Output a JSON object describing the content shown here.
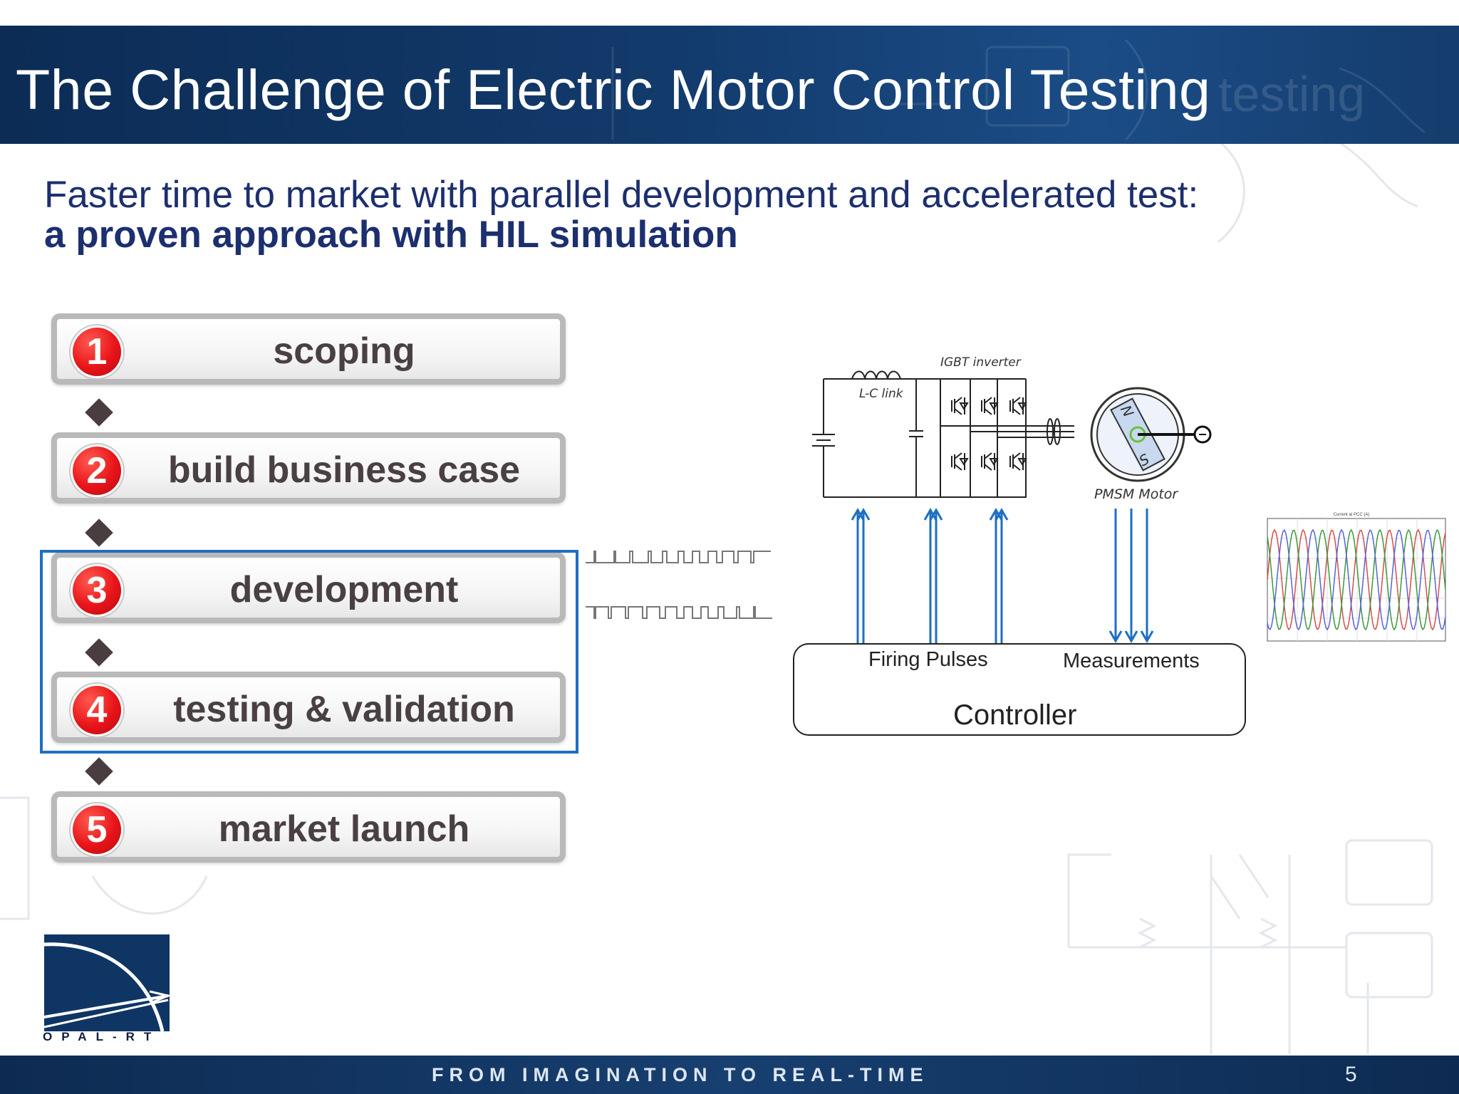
{
  "slide": {
    "title": "The Challenge of Electric Motor Control Testing",
    "title_ghost": "testing",
    "subtitle_line1": "Faster time to market with parallel development and accelerated test:",
    "subtitle_line2": "a proven approach with HIL simulation",
    "page_number": "5"
  },
  "steps": [
    {
      "number": "1",
      "label": "scoping"
    },
    {
      "number": "2",
      "label": "build business case"
    },
    {
      "number": "3",
      "label": "development"
    },
    {
      "number": "4",
      "label": "testing & validation"
    },
    {
      "number": "5",
      "label": "market launch"
    }
  ],
  "highlighted_steps": [
    "3",
    "4"
  ],
  "diagram": {
    "igbt_label": "IGBT inverter",
    "lc_label": "L-C link",
    "motor_label": "PMSM Motor",
    "motor_pole_n": "N",
    "motor_pole_s": "S",
    "firing_pulses": "Firing Pulses",
    "measurements": "Measurements",
    "controller": "Controller",
    "waveform_title": "Current at PCC (A)"
  },
  "logo": {
    "text": "OPAL-RT"
  },
  "footer": {
    "tagline": "FROM IMAGINATION TO REAL-TIME"
  },
  "colors": {
    "title_band": "#123a6b",
    "subtitle": "#1c2f6e",
    "step_number": "#e8141a",
    "step_text": "#4a4043",
    "highlight": "#1e6fc0",
    "arrows": "#1e6fc0"
  }
}
